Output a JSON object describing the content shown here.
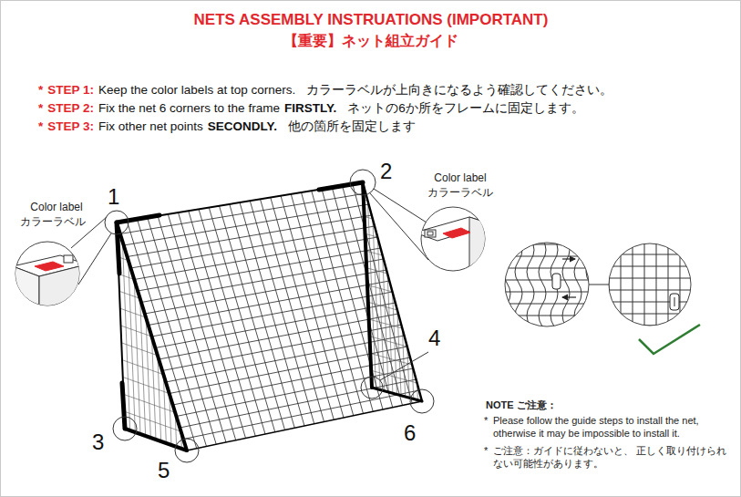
{
  "diagram": {
    "title": "NETS ASSEMBLY INSTRUATIONS (IMPORTANT)",
    "labels": [
      "【重要】ネット組立ガイド",
      "*",
      "STEP 1:",
      "Keep the color labels at top corners.",
      "カラーラベルが上向きになるよう確認してください。",
      "*",
      "STEP 2:",
      "Fix the net 6 corners to the frame",
      "FIRSTLY.",
      "ネットの6か所をフレームに固定します。",
      "*",
      "STEP 3:",
      "Fix other net points",
      "SECONDLY.",
      "他の箇所を固定します",
      "Color label",
      "カラーラベル",
      "1",
      "2",
      "Color label",
      "カラーラベル",
      "4",
      "3",
      "6",
      "5",
      "NOTE ご注意：",
      "*",
      "Please follow the guide steps to install the net, otherwise it may be impossible to install it.",
      "*",
      "ご注意：ガイドに従わないと、 正しく取り付けられない可能性があります。"
    ]
  }
}
